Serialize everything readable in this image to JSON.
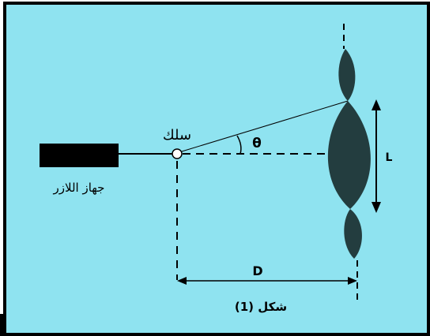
{
  "diagram": {
    "colors": {
      "background": "#8fe3f0",
      "frame": "#000000",
      "fringe": "#233d3f",
      "line": "#000000"
    },
    "labels": {
      "laser": "جهاز اللازر",
      "wire": "سلك",
      "angle": "θ",
      "fringe_width": "L",
      "distance": "D",
      "figure_caption": "شكل (1)"
    }
  }
}
